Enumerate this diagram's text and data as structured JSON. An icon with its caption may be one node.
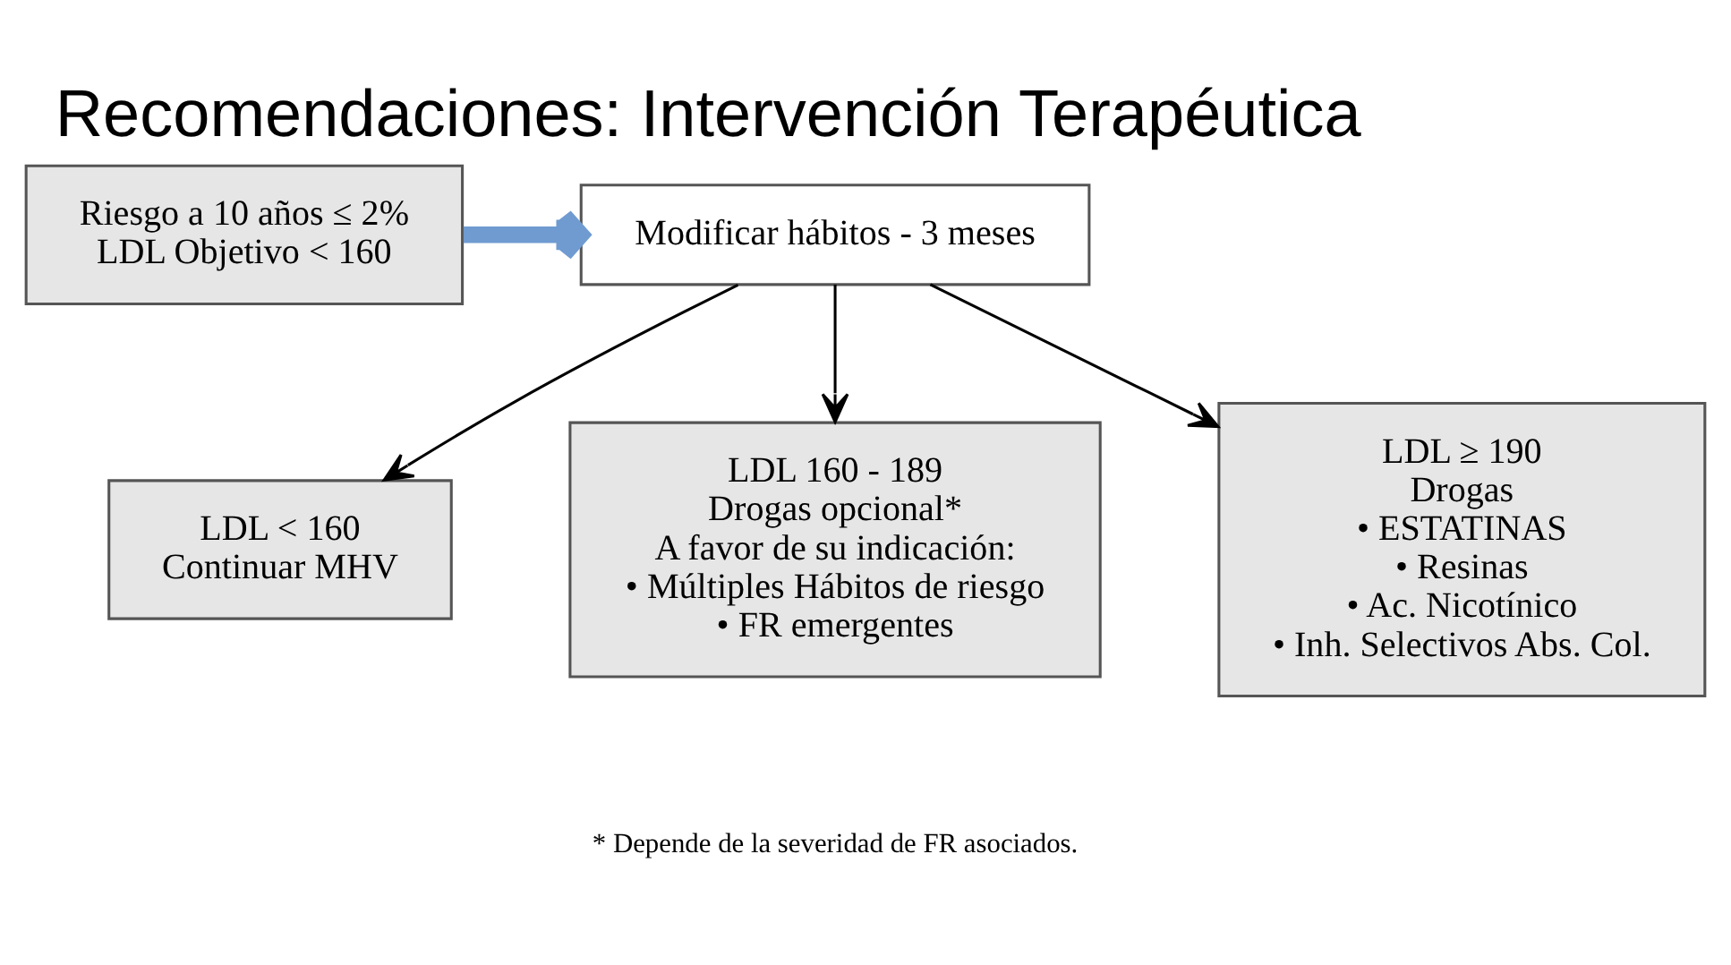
{
  "diagram": {
    "title": "Recomendaciones: Intervención Terapéutica",
    "nodes": [
      {
        "text": [
          "Riesgo a 10 años ≤ 2%",
          "LDL Objetivo < 160"
        ]
      },
      {
        "text": [
          "Modificar hábitos - 3 meses"
        ]
      },
      {
        "text": [
          "LDL < 160",
          "Continuar MHV"
        ]
      },
      {
        "text": [
          "LDL 160 - 189",
          "Drogas opcional*",
          "A favor de su indicación:",
          "• Múltiples Hábitos de riesgo",
          "• FR emergentes"
        ]
      },
      {
        "text": [
          "LDL ≥ 190",
          "Drogas",
          "• ESTATINAS",
          "• Resinas",
          "• Ac. Nicotínico",
          "• Inh. Selectivos Abs. Col."
        ]
      }
    ],
    "edges": [
      {
        "from": 0,
        "to": 1,
        "arrow": "to",
        "style": "thick",
        "color": "#6f9bd1"
      },
      {
        "from": 1,
        "to": 2,
        "arrow": "to"
      },
      {
        "from": 1,
        "to": 3,
        "arrow": "to"
      },
      {
        "from": 1,
        "to": 4,
        "arrow": "to"
      }
    ],
    "labels": [
      "* Depende de la severidad de FR asociados."
    ]
  }
}
